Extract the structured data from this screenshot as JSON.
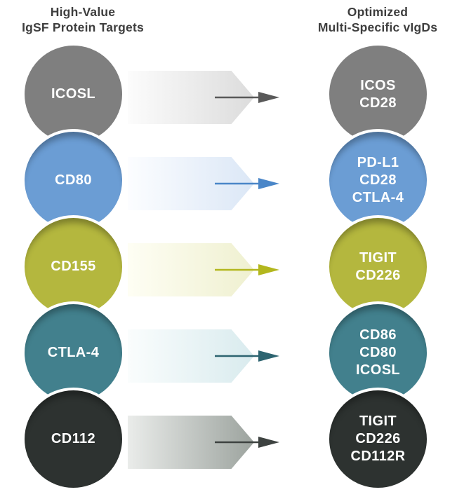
{
  "titles": {
    "left": "High-Value\nIgSF Protein Targets",
    "right": "Optimized\nMulti-Specific vIgDs"
  },
  "rows": [
    {
      "target": "ICOSL",
      "vigds": "ICOS\nCD28",
      "color": "#7f7f7f",
      "band_from": "#fcfcfc",
      "band_to": "#dcdcdc",
      "arrow_color": "#595959"
    },
    {
      "target": "CD80",
      "vigds": "PD-L1\nCD28\nCTLA-4",
      "color": "#6b9dd4",
      "band_from": "#fcfdff",
      "band_to": "#dbe7f6",
      "arrow_color": "#4a86c8"
    },
    {
      "target": "CD155",
      "vigds": "TIGIT\nCD226",
      "color": "#b4b73e",
      "band_from": "#fefef4",
      "band_to": "#eff0d0",
      "arrow_color": "#b3b71e"
    },
    {
      "target": "CTLA-4",
      "vigds": "CD86\nCD80\nICOSL",
      "color": "#42808d",
      "band_from": "#fafdfd",
      "band_to": "#d9ebee",
      "arrow_color": "#2d6470"
    },
    {
      "target": "CD112",
      "vigds": "TIGIT\nCD226\nCD112R",
      "color": "#2d3230",
      "band_from": "#eaecea",
      "band_to": "#9ca39e",
      "arrow_color": "#3d4240"
    }
  ]
}
